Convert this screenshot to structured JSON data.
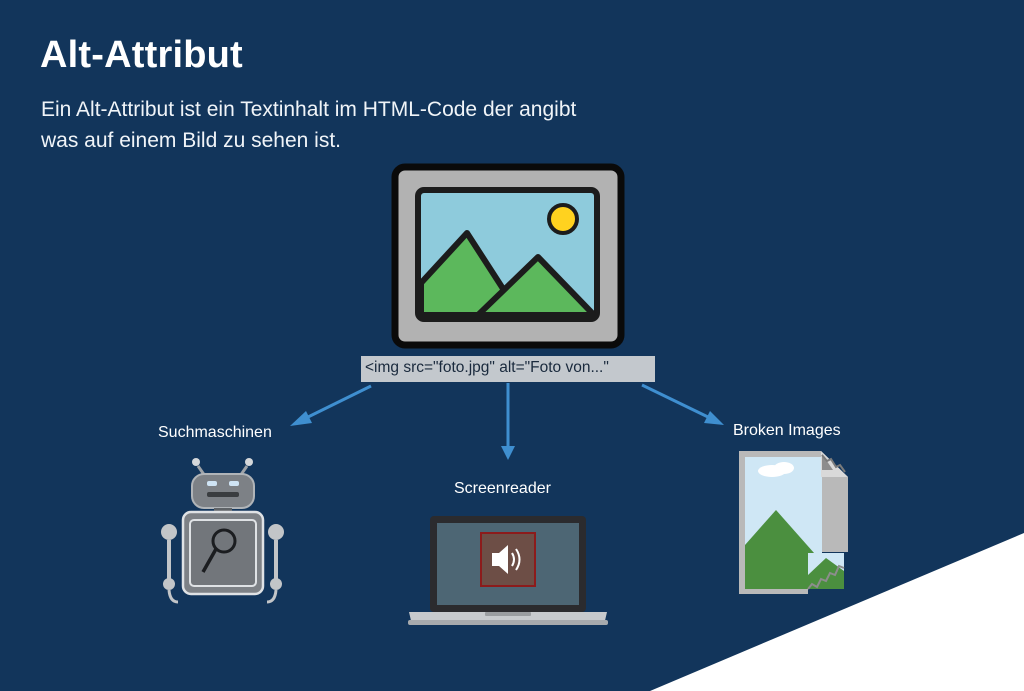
{
  "title": "Alt-Attribut",
  "subtitle_lines": [
    "Ein Alt-Attribut ist ein Textinhalt im HTML-Code der angibt",
    "was auf einem Bild zu sehen ist."
  ],
  "code_example": "<img src=\"foto.jpg\" alt=\"Foto von...\"",
  "nodes": {
    "seo": {
      "label": "Suchmaschinen",
      "icon": "robot-search-icon"
    },
    "screenreader": {
      "label": "Screenreader",
      "icon": "laptop-speaker-icon"
    },
    "broken": {
      "label": "Broken Images",
      "icon": "broken-image-icon"
    }
  },
  "center_icon": "image-placeholder-icon",
  "colors": {
    "background": "#12355b",
    "arrow": "#3f8fd0",
    "sky": "#8ecbdc",
    "mountain": "#5cb85c",
    "sun": "#ffd21f",
    "code_bg": "#c3c8cd"
  }
}
